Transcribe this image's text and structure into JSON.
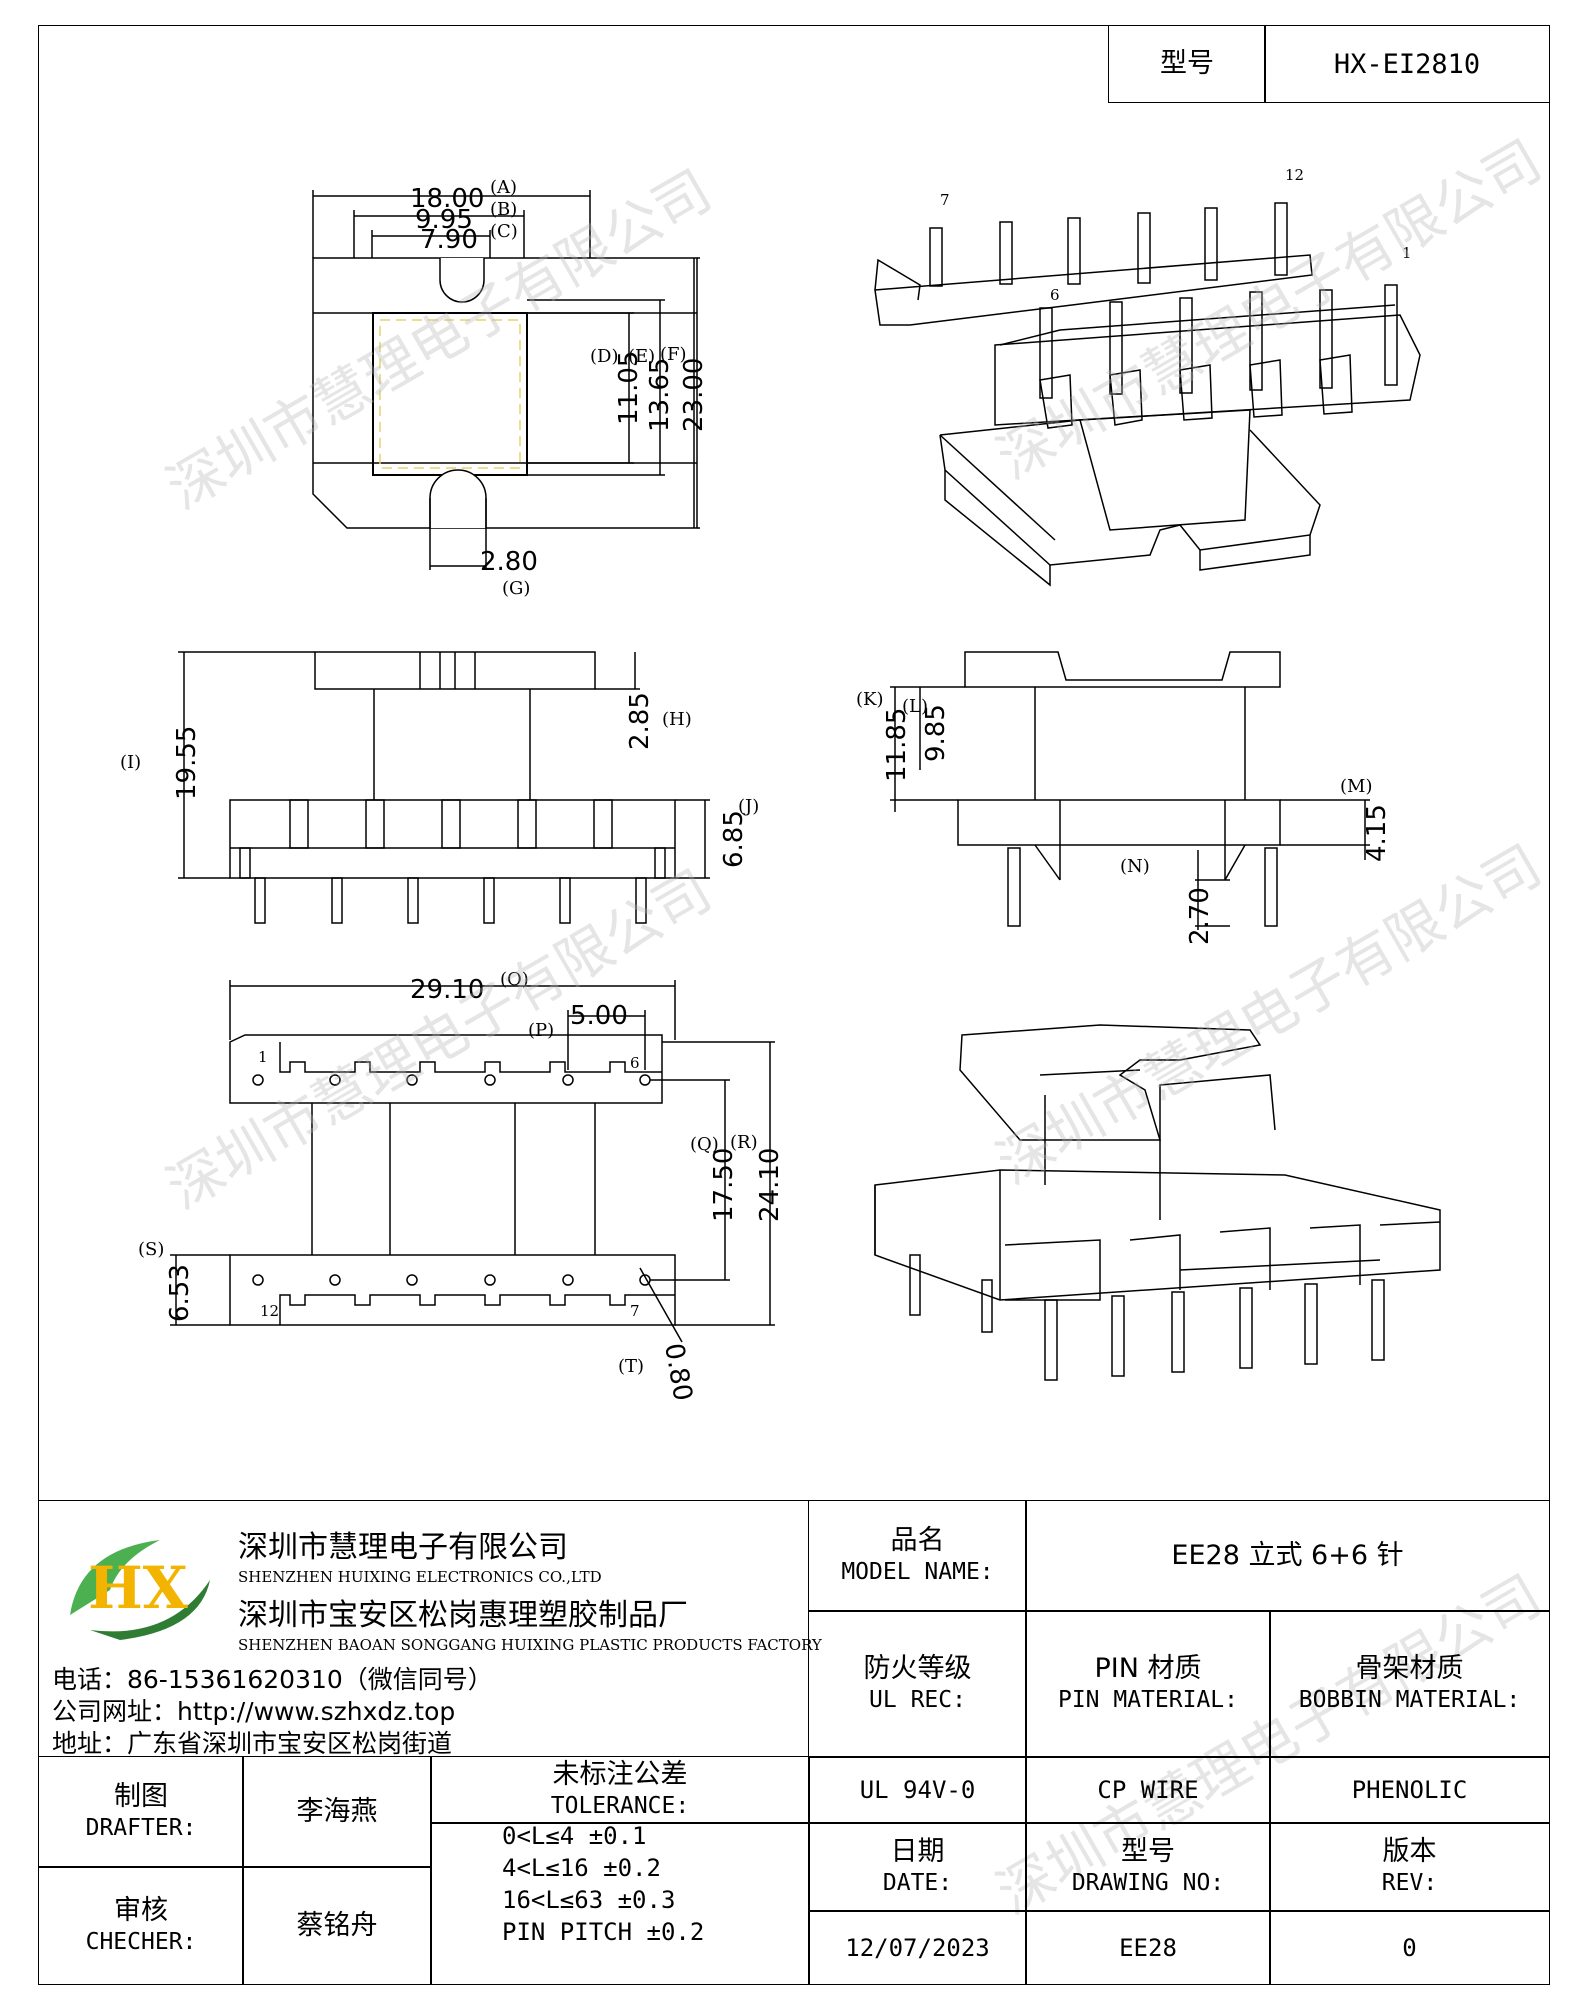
{
  "header": {
    "label": "型号",
    "value": "HX-EI2810"
  },
  "drawing": {
    "top_view": {
      "dim_a": "18.00",
      "tag_a": "(A)",
      "dim_b": "9.95",
      "tag_b": "(B)",
      "dim_c": "7.90",
      "tag_c": "(C)",
      "dim_d": "11.05",
      "tag_d": "(D)",
      "dim_e": "13.65",
      "tag_e": "(E)",
      "dim_f": "23.00",
      "tag_f": "(F)",
      "dim_g": "2.80",
      "tag_g": "(G)"
    },
    "iso_top": {
      "pin_7": "7",
      "pin_12": "12",
      "pin_6": "6",
      "pin_1": "1"
    },
    "front_view": {
      "dim_i": "19.55",
      "tag_i": "(I)",
      "dim_h": "2.85",
      "tag_h": "(H)",
      "dim_j": "6.85",
      "tag_j": "(J)"
    },
    "side_view": {
      "dim_k": "11.85",
      "tag_k": "(K)",
      "dim_l": "9.85",
      "tag_l": "(L)",
      "dim_m": "4.15",
      "tag_m": "(M)",
      "dim_n": "2.70",
      "tag_n": "(N)"
    },
    "bottom_view": {
      "dim_o": "29.10",
      "tag_o": "(O)",
      "dim_p": "5.00",
      "tag_p": "(P)",
      "dim_q": "17.50",
      "tag_q": "(Q)",
      "dim_r": "24.10",
      "tag_r": "(R)",
      "dim_s": "6.53",
      "tag_s": "(S)",
      "dim_t": "0.80",
      "tag_t": "(T)",
      "pin_1": "1",
      "pin_6": "6",
      "pin_12": "12",
      "pin_7": "7"
    }
  },
  "company": {
    "name_cn": "深圳市慧理电子有限公司",
    "name_en": "SHENZHEN HUIXING ELECTRONICS CO.,LTD",
    "factory_cn": "深圳市宝安区松岗惠理塑胶制品厂",
    "factory_en": "SHENZHEN BAOAN SONGGANG HUIXING PLASTIC PRODUCTS FACTORY",
    "phone": "电话：86-15361620310（微信同号）",
    "website": "公司网址：http://www.szhxdz.top",
    "address": "地址：广东省深圳市宝安区松岗街道",
    "logo_text": "HX",
    "watermark": "深圳市慧理电子有限公司"
  },
  "model_name": {
    "label_cn": "品名",
    "label_en": "MODEL NAME:",
    "value": "EE28 立式 6+6 针"
  },
  "ul": {
    "label_cn": "防火等级",
    "label_en": "UL REC:",
    "value": "UL 94V-0"
  },
  "pin_material": {
    "label_cn": "PIN 材质",
    "label_en": "PIN MATERIAL:",
    "value": "CP WIRE"
  },
  "bobbin_material": {
    "label_cn": "骨架材质",
    "label_en": "BOBBIN MATERIAL:",
    "value": "PHENOLIC"
  },
  "drafter": {
    "label_cn": "制图",
    "label_en": "DRAFTER:",
    "value": "李海燕"
  },
  "checker": {
    "label_cn": "审核",
    "label_en": "CHECHER:",
    "value": "蔡铭舟"
  },
  "tolerance": {
    "label_cn": "未标注公差",
    "label_en": "TOLERANCE:",
    "lines": [
      "0<L≤4  ±0.1",
      "4<L≤16 ±0.2",
      "16<L≤63 ±0.3",
      "PIN PITCH ±0.2"
    ]
  },
  "date": {
    "label_cn": "日期",
    "label_en": "DATE:",
    "value": "12/07/2023"
  },
  "drawing_no": {
    "label_cn": "型号",
    "label_en": "DRAWING NO:",
    "value": "EE28"
  },
  "rev": {
    "label_cn": "版本",
    "label_en": "REV:",
    "value": "0"
  }
}
